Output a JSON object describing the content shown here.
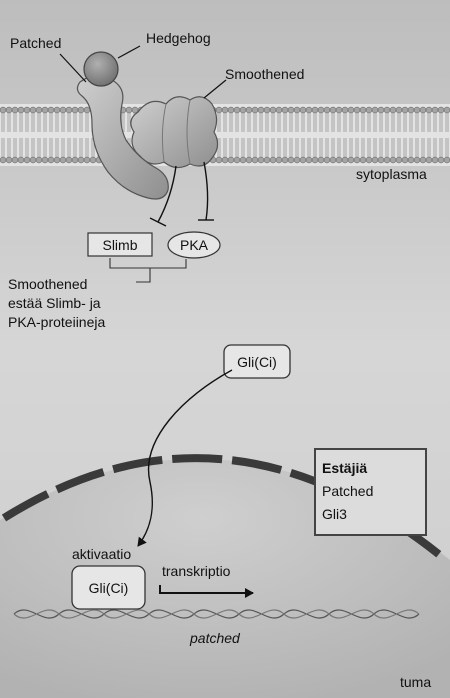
{
  "labels": {
    "patched": "Patched",
    "hedgehog": "Hedgehog",
    "smoothened": "Smoothened",
    "cytoplasm": "sytoplasma",
    "slimb": "Slimb",
    "pka": "PKA",
    "note_line1": "Smoothened",
    "note_line2": "estää Slimb- ja",
    "note_line3": "PKA-proteiineja",
    "gli_top": "Gli(Ci)",
    "inhibitors_title": "Estäjiä",
    "inhibitor_1": "Patched",
    "inhibitor_2": "Gli3",
    "activation": "aktivaatio",
    "gli_nucleus": "Gli(Ci)",
    "transcription": "transkriptio",
    "gene": "patched",
    "nucleus": "tuma"
  },
  "colors": {
    "background": "#d2d2d2",
    "membrane_head": "#a8a8a8",
    "protein_fill": "#b4b4b4",
    "hedgehog_fill": "#8e8e8e",
    "nucleus_fill": "#c4c4c4",
    "nuclear_envelope": "#3a3a3a",
    "box_fill": "#e6e6e6",
    "inhibitor_box_fill": "#dcdcdc"
  }
}
